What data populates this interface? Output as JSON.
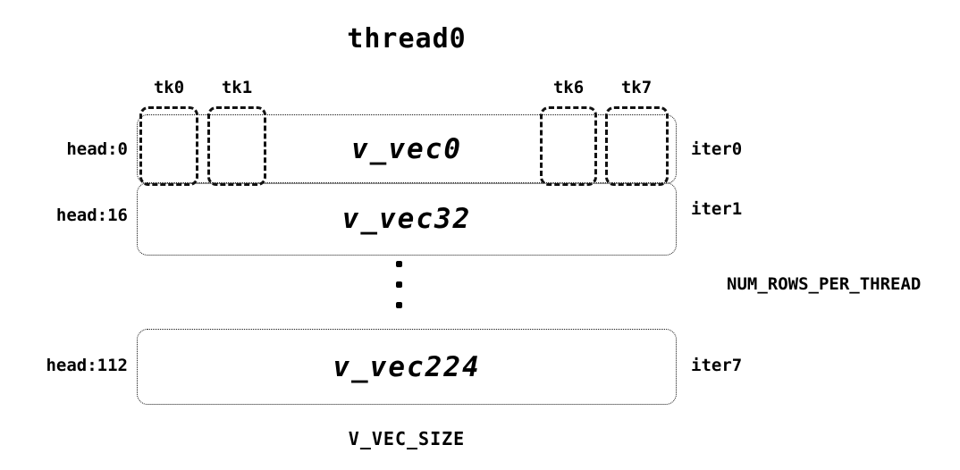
{
  "diagram": {
    "title": "thread0",
    "tk_labels": [
      {
        "label": "tk0"
      },
      {
        "label": "tk1"
      },
      {
        "label": "tk6"
      },
      {
        "label": "tk7"
      }
    ],
    "rows": [
      {
        "head": "head:0",
        "vec": "v_vec0",
        "iter": "iter0"
      },
      {
        "head": "head:16",
        "vec": "v_vec32",
        "iter": "iter1"
      },
      {
        "head": "head:112",
        "vec": "v_vec224",
        "iter": "iter7"
      }
    ],
    "right_label": "NUM_ROWS_PER_THREAD",
    "bottom_label": "V_VEC_SIZE",
    "colors": {
      "ink": "#000000",
      "background": "#ffffff"
    }
  }
}
